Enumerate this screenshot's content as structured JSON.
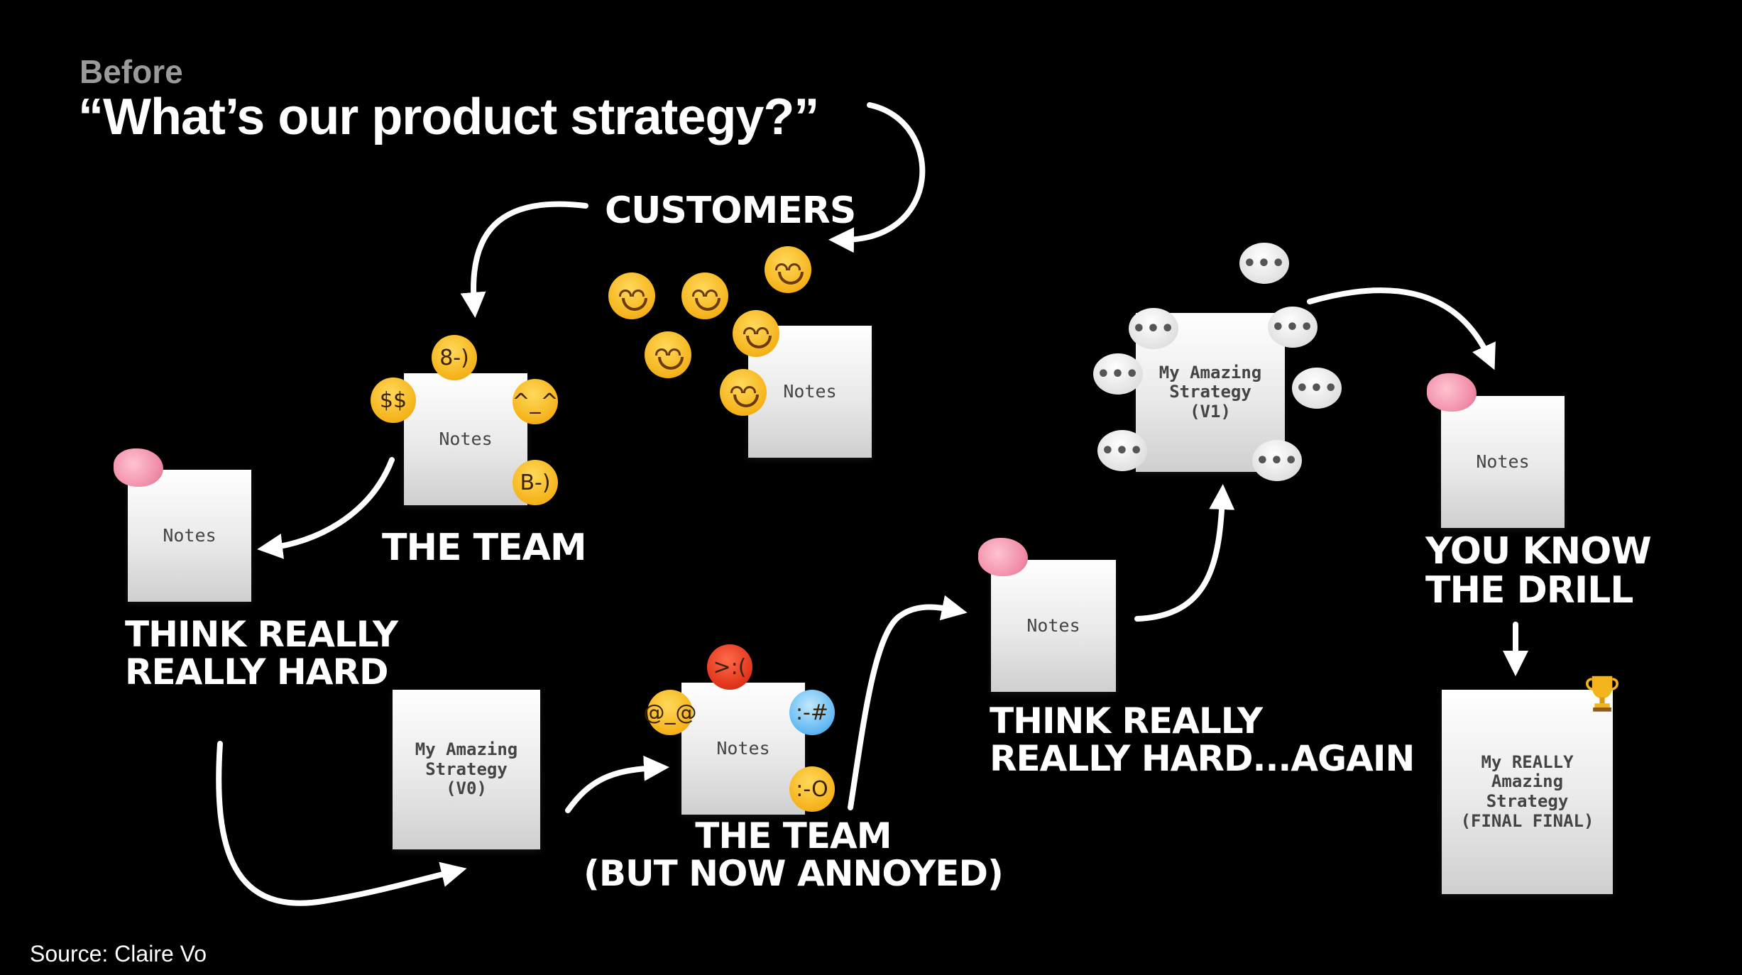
{
  "header": {
    "eyebrow": "Before",
    "title": "“What’s our product strategy?”"
  },
  "source": "Source: Claire Vo",
  "labels": {
    "customers": "CUSTOMERS",
    "the_team": "THE TEAM",
    "think_hard": "THINK REALLY\nREALLY HARD",
    "team_annoyed": "THE TEAM\n(BUT NOW ANNOYED)",
    "think_again": "THINK REALLY\nREALLY HARD...AGAIN",
    "you_know": "YOU KNOW\nTHE DRILL"
  },
  "cards": {
    "notes": "Notes",
    "strategy_v0": "My Amazing\nStrategy\n(V0)",
    "strategy_v1": "My Amazing\nStrategy\n(V1)",
    "strategy_final": "My REALLY\nAmazing\nStrategy\n(FINAL FINAL)"
  },
  "glyphs": {
    "ellipsis": "•••",
    "nerd": "8-)",
    "money": "$$",
    "cowboy": "^_^",
    "cool": "B-)",
    "angry": ">:(",
    "dizzy": "@_@",
    "freezing": ":-#",
    "scream": ":-O",
    "trophy": "🏆",
    "brain": "❀"
  }
}
